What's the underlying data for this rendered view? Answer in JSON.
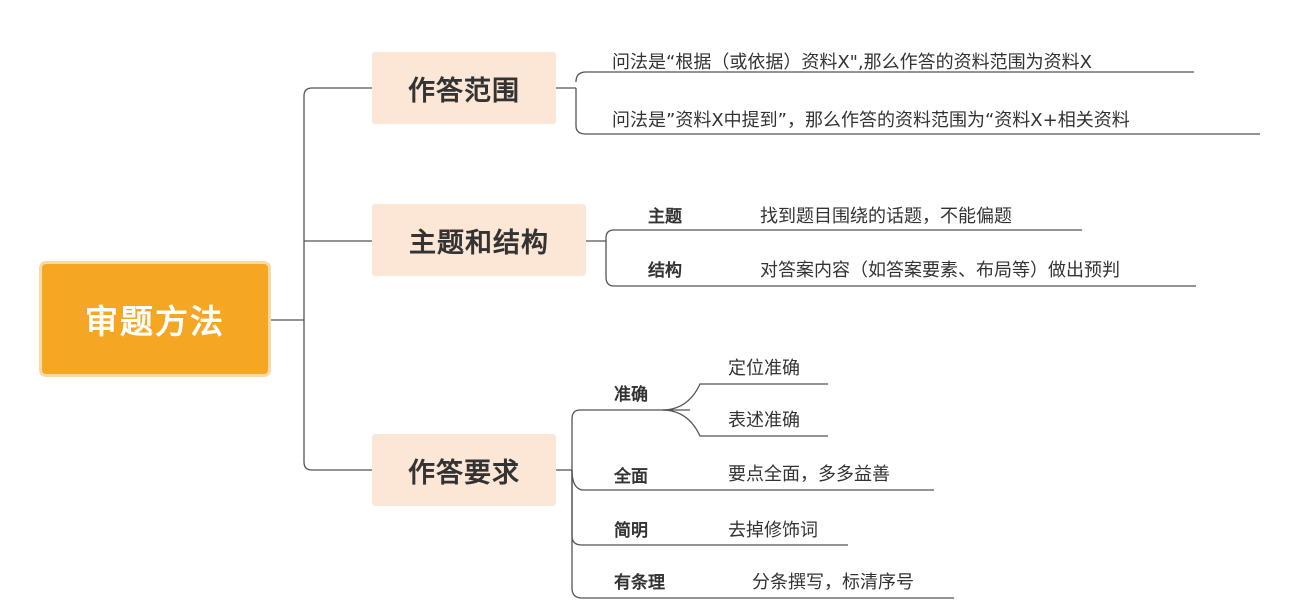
{
  "root": {
    "label": "审题方法"
  },
  "branches": [
    {
      "label": "作答范围",
      "items": [
        {
          "text": "问法是“根据（或依据）资料X\",那么作答的资料范围为资料X"
        },
        {
          "text": "问法是”资料X中提到”，那么作答的资料范围为“资料X+相关资料"
        }
      ]
    },
    {
      "label": "主题和结构",
      "items": [
        {
          "label": "主题",
          "text": "找到题目围绕的话题，不能偏题"
        },
        {
          "label": "结构",
          "text": "对答案内容（如答案要素、布局等）做出预判"
        }
      ]
    },
    {
      "label": "作答要求",
      "items": [
        {
          "label": "准确",
          "children": [
            "定位准确",
            "表述准确"
          ]
        },
        {
          "label": "全面",
          "text": "要点全面，多多益善"
        },
        {
          "label": "简明",
          "text": "去掉修饰词"
        },
        {
          "label": "有条理",
          "text": "分条撰写，标清序号"
        }
      ]
    }
  ],
  "colors": {
    "root_fill": "#f5a623",
    "branch_fill": "#fce6d5",
    "line": "#555555"
  }
}
